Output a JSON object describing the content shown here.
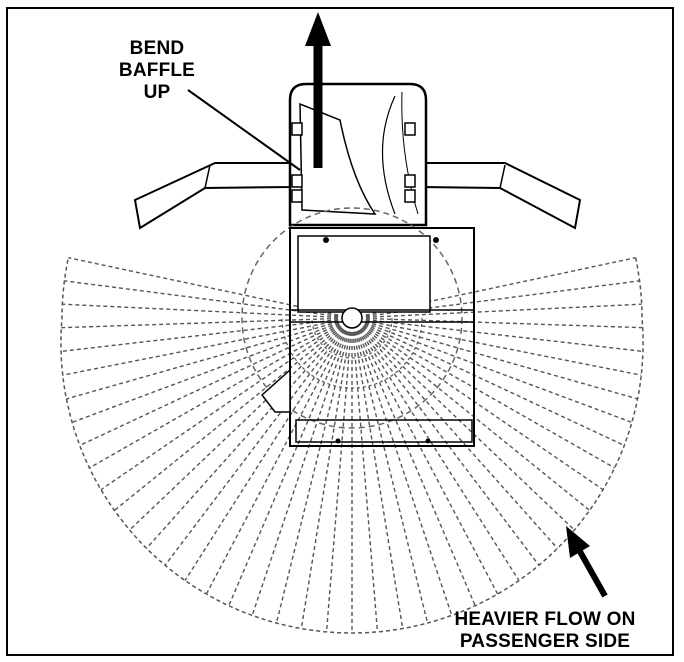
{
  "callouts": {
    "bend_baffle": {
      "line1": "BEND",
      "line2": "BAFFLE",
      "line3": "UP"
    },
    "heavier_flow": {
      "line1": "HEAVIER FLOW ON",
      "line2": "PASSENGER SIDE"
    }
  },
  "colors": {
    "ink": "#000000",
    "background": "#ffffff",
    "spread_pattern": "#555555"
  },
  "icons": {
    "upward_arrow": "arrow-up-icon",
    "flow_arrow": "arrow-up-left-icon"
  }
}
